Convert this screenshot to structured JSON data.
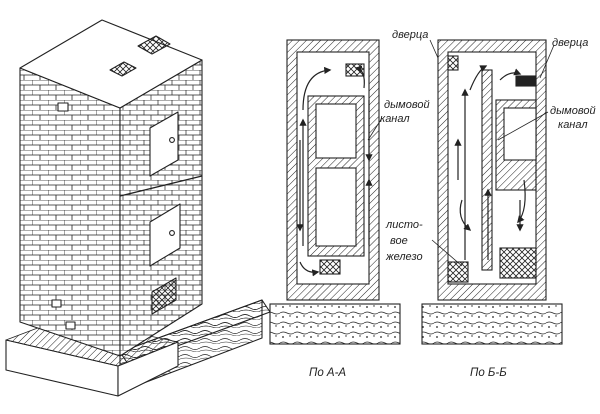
{
  "labels": {
    "door_left": "дверца",
    "door_right": "дверца",
    "smoke_channel_left_1": "дымовой",
    "smoke_channel_left_2": "канал",
    "smoke_channel_right_1": "дымовой",
    "smoke_channel_right_2": "канал",
    "sheet_iron_1": "листо-",
    "sheet_iron_2": "вое",
    "sheet_iron_3": "железо"
  },
  "captions": {
    "section_aa": "По А-А",
    "section_bb": "По Б-Б"
  },
  "colors": {
    "line": "#222222",
    "background": "#ffffff"
  }
}
